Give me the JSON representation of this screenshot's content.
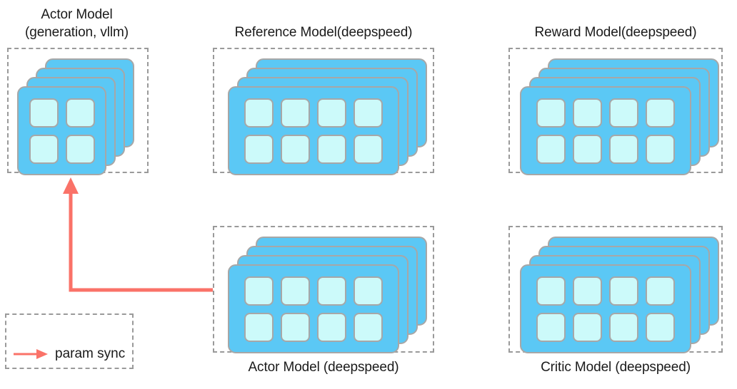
{
  "diagram": {
    "title_actor_vllm": "Actor Model\n(generation, vllm)",
    "title_reference": "Reference Model(deepspeed)",
    "title_reward": "Reward Model(deepspeed)",
    "title_actor_deepspeed": "Actor Model (deepspeed)",
    "title_critic": "Critic Model (deepspeed)",
    "colors": {
      "card_fill": "#5BC8F5",
      "cell_fill": "#CCFAFA",
      "card_border": "#a7a7a7",
      "dashed_border": "#9a9a9a",
      "arrow": "#FA7268",
      "text": "#1a1a1a",
      "background": "#ffffff"
    },
    "groups": [
      {
        "id": "actor-vllm",
        "label": "Actor Model\n(generation, vllm)",
        "label_position": "top",
        "cards": 4,
        "grid_cols": 2,
        "grid_rows": 2,
        "cells": 4
      },
      {
        "id": "reference",
        "label": "Reference Model(deepspeed)",
        "label_position": "top",
        "cards": 4,
        "grid_cols": 4,
        "grid_rows": 2,
        "cells": 8
      },
      {
        "id": "reward",
        "label": "Reward Model(deepspeed)",
        "label_position": "top",
        "cards": 4,
        "grid_cols": 4,
        "grid_rows": 2,
        "cells": 8
      },
      {
        "id": "actor-deepspeed",
        "label": "Actor Model (deepspeed)",
        "label_position": "bottom",
        "cards": 4,
        "grid_cols": 4,
        "grid_rows": 2,
        "cells": 8
      },
      {
        "id": "critic",
        "label": "Critic Model (deepspeed)",
        "label_position": "bottom",
        "cards": 4,
        "grid_cols": 4,
        "grid_rows": 2,
        "cells": 8
      }
    ],
    "legend": {
      "label": "param sync",
      "arrow_color": "#FA7268"
    },
    "connection": {
      "from": "actor-deepspeed",
      "to": "actor-vllm",
      "kind": "param sync",
      "color": "#FA7268"
    }
  }
}
